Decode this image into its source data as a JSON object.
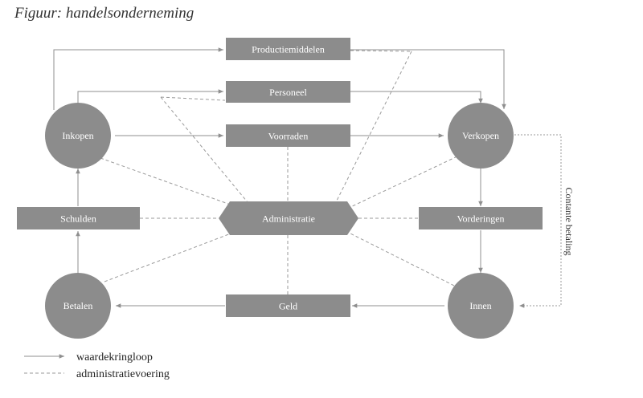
{
  "figure": {
    "title": "Figuur: handelsonderneming"
  },
  "colors": {
    "node": "#8c8c8c",
    "line": "#8f8f8f",
    "text_on_node": "#ffffff"
  },
  "nodes": {
    "productiemiddelen": "Productiemiddelen",
    "personeel": "Personeel",
    "voorraden": "Voorraden",
    "inkopen": "Inkopen",
    "verkopen": "Verkopen",
    "schulden": "Schulden",
    "administratie": "Administratie",
    "vorderingen": "Vorderingen",
    "betalen": "Betalen",
    "geld": "Geld",
    "innen": "Innen"
  },
  "side_label": "Contante betaling",
  "legend": {
    "waardekringloop": "waardekringloop",
    "administratievoering": "administratievoering"
  }
}
